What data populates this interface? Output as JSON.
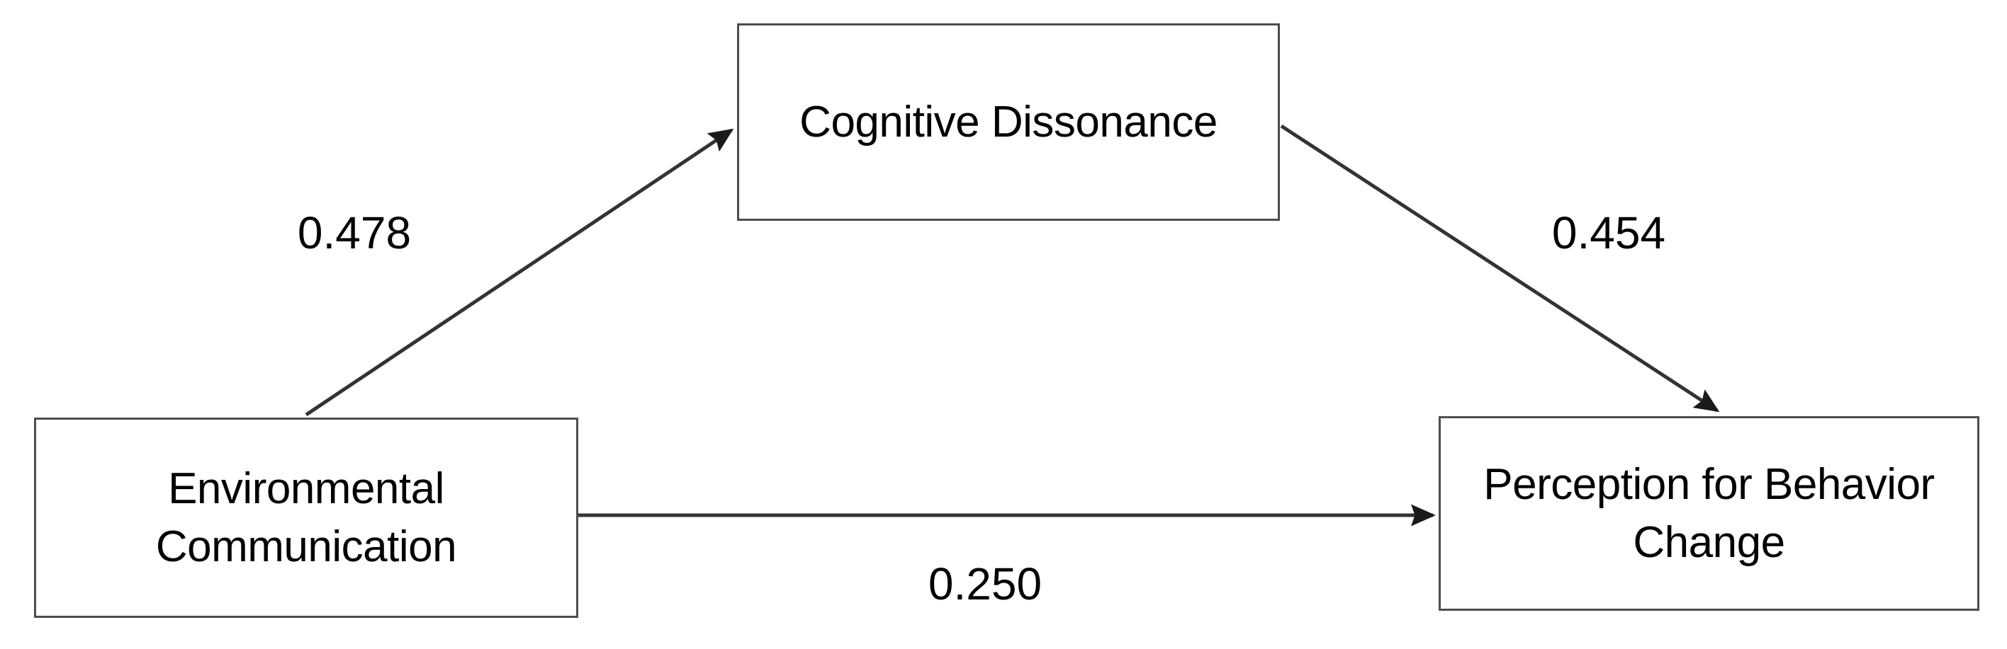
{
  "diagram": {
    "type": "mediation-path-diagram",
    "background_color": "#ffffff",
    "line_color": "#333333",
    "box_border_color": "#4d4d4d",
    "text_color": "#000000",
    "nodes": [
      {
        "id": "environmental-communication",
        "label": "Environmental\nCommunication",
        "role": "independent-variable"
      },
      {
        "id": "cognitive-dissonance",
        "label": "Cognitive Dissonance",
        "role": "mediator"
      },
      {
        "id": "perception-behavior-change",
        "label": "Perception for Behavior\nChange",
        "role": "dependent-variable"
      }
    ],
    "paths": [
      {
        "id": "a-path",
        "from": "environmental-communication",
        "to": "cognitive-dissonance",
        "coefficient": "0.478"
      },
      {
        "id": "b-path",
        "from": "cognitive-dissonance",
        "to": "perception-behavior-change",
        "coefficient": "0.454"
      },
      {
        "id": "c-path",
        "from": "environmental-communication",
        "to": "perception-behavior-change",
        "coefficient": "0.250"
      }
    ]
  },
  "chart_data": {
    "type": "diagram",
    "title": "",
    "nodes": [
      "Environmental Communication",
      "Cognitive Dissonance",
      "Perception for Behavior Change"
    ],
    "edges": [
      {
        "source": "Environmental Communication",
        "target": "Cognitive Dissonance",
        "value": 0.478,
        "label": "0.478"
      },
      {
        "source": "Cognitive Dissonance",
        "target": "Perception for Behavior Change",
        "value": 0.454,
        "label": "0.454"
      },
      {
        "source": "Environmental Communication",
        "target": "Perception for Behavior Change",
        "value": 0.25,
        "label": "0.250"
      }
    ]
  }
}
